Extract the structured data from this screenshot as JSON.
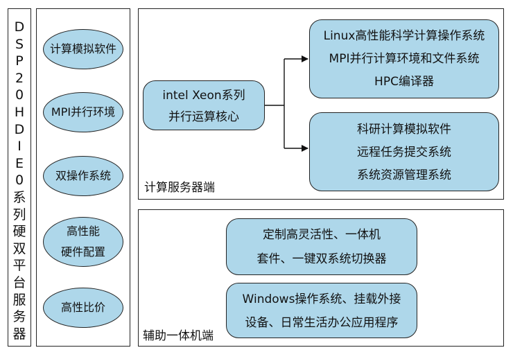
{
  "vertical_title": [
    "D",
    "S",
    "P",
    "2",
    "0",
    "H",
    "D",
    "I",
    "E",
    "0",
    "系",
    "列",
    "硬",
    "双",
    "平",
    "台",
    "服",
    "务",
    "器"
  ],
  "left_items": [
    "计算模拟软件",
    "MPI并行环境",
    "双操作系统",
    "高性能",
    "硬件配置",
    "高性比价"
  ],
  "top_panel": {
    "label": "计算服务器端",
    "cpu_box": [
      "intel Xeon系列",
      "并行运算核心"
    ],
    "upper_box": [
      "Linux高性能科学计算操作系统",
      "MPI并行计算环境和文件系统",
      "HPC编译器"
    ],
    "lower_box": [
      "科研计算模拟软件",
      "远程任务提交系统",
      "系统资源管理系统"
    ]
  },
  "bottom_panel": {
    "label": "辅助一体机端",
    "box1": [
      "定制高灵活性、一体机",
      "套件、一键双系统切换器"
    ],
    "box2": [
      "Windows操作系统、挂载外接",
      "设备、日常生活办公应用程序"
    ]
  }
}
